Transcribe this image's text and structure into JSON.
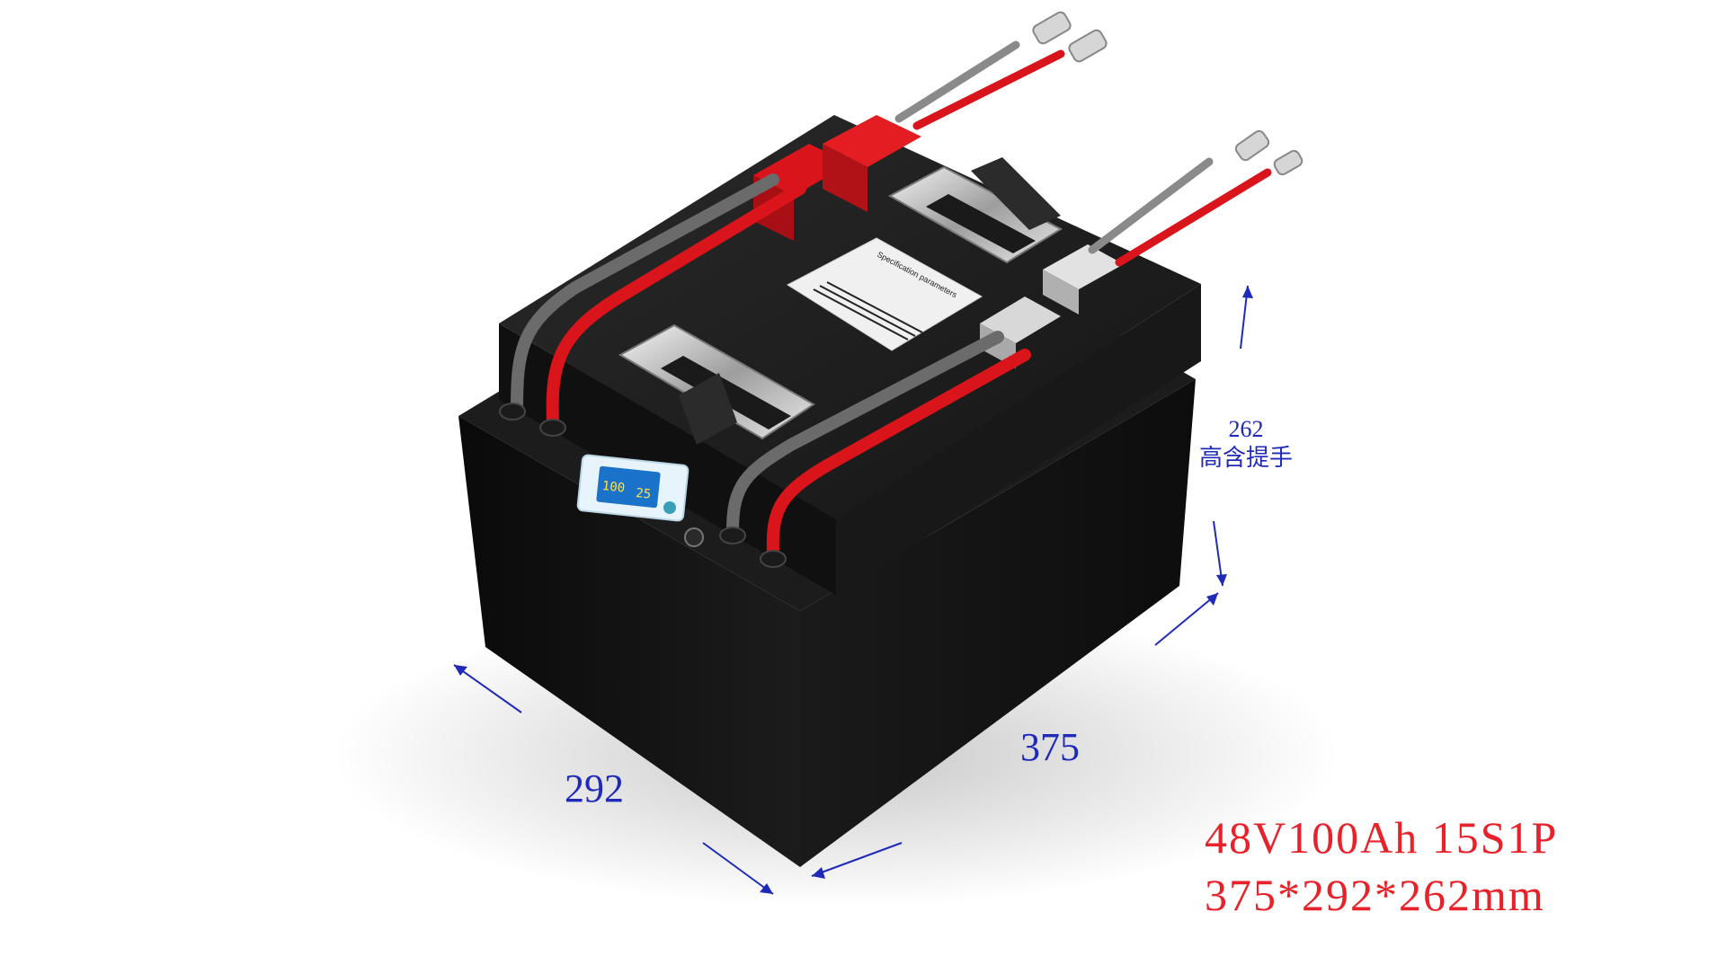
{
  "dimensions": {
    "width": "292",
    "length": "375",
    "height": "262",
    "height_note": "高含提手"
  },
  "spec": {
    "line1": "48V100Ah 15S1P",
    "line2": "375*292*262mm"
  },
  "label": {
    "title": "Specification parameters"
  },
  "display": {
    "reading_left": "100",
    "reading_right": "25"
  },
  "colors": {
    "dimension": "#1f2ab8",
    "spec_text": "#e8222a",
    "battery_body": "#111111",
    "red_cable": "#d9151b",
    "grey_cable": "#6b6b6b"
  }
}
